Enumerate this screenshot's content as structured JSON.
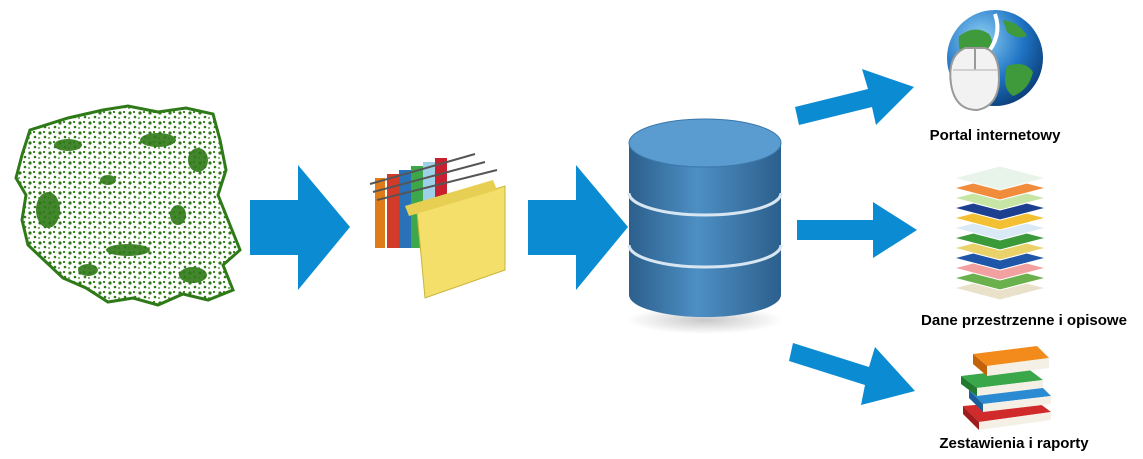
{
  "outputs": {
    "portal": {
      "label": "Portal internetowy",
      "icon": "globe-mouse-icon"
    },
    "data": {
      "label": "Dane przestrzenne i opisowe",
      "icon": "map-layers-icon"
    },
    "reports": {
      "label": "Zestawienia i raporty",
      "icon": "books-icon"
    }
  },
  "inputs": {
    "map": {
      "icon": "poland-forest-map-icon"
    },
    "folders": {
      "icon": "hanging-folders-icon"
    },
    "database": {
      "icon": "database-icon"
    }
  },
  "colors": {
    "arrow": "#0a8bd2",
    "forest": "#2f7a18",
    "database": "#3f7fb3"
  }
}
